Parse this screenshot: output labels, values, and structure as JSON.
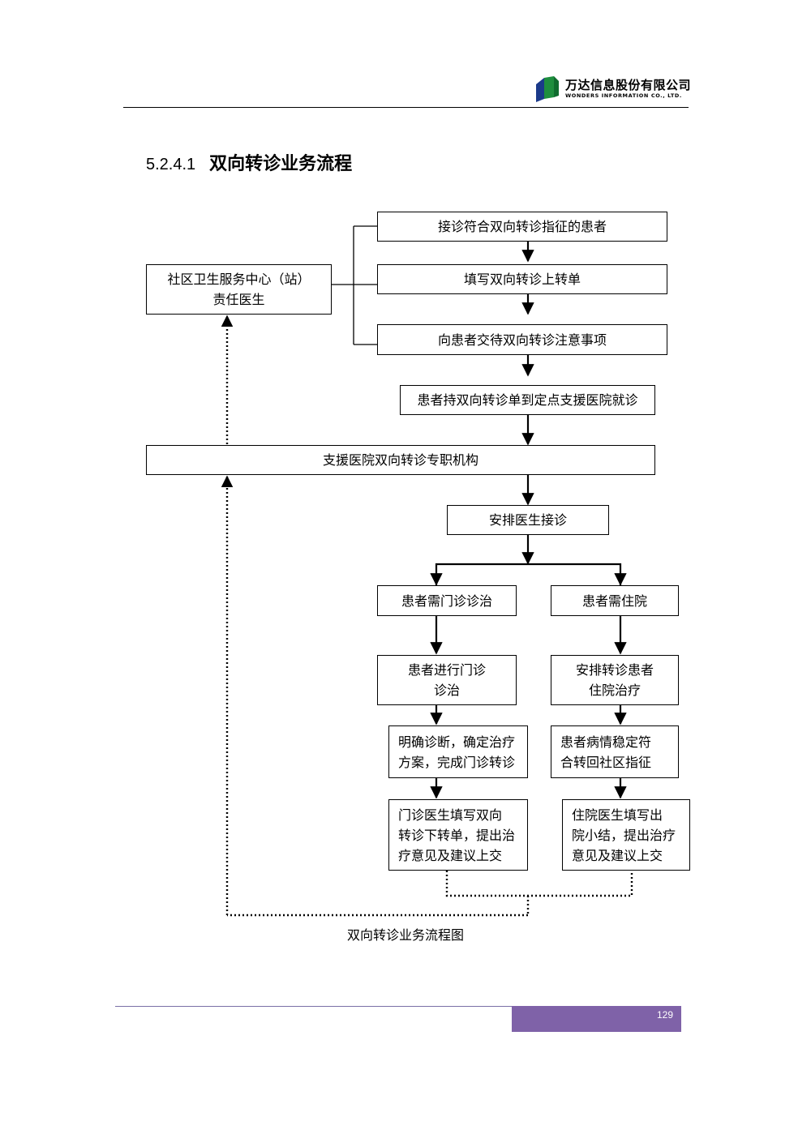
{
  "header": {
    "company_cn": "万达信息股份有限公司",
    "company_en": "WONDERS INFORMATION CO., LTD.",
    "logo_colors": [
      "#1b3a8a",
      "#1e8e3e",
      "#0f6b2e"
    ]
  },
  "heading": {
    "number": "5.2.4.1",
    "title": "双向转诊业务流程"
  },
  "flow": {
    "community": "社区卫生服务中心（站）\n责任医生",
    "step1": "接诊符合双向转诊指征的患者",
    "step2": "填写双向转诊上转单",
    "step3": "向患者交待双向转诊注意事项",
    "step4": "患者持双向转诊单到定点支援医院就诊",
    "hospital": "支援医院双向转诊专职机构",
    "arrange": "安排医生接诊",
    "outpatient": {
      "need": "患者需门诊诊治",
      "treat": "患者进行门诊\n诊治",
      "plan": "明确诊断，确定治疗\n方案，完成门诊转诊",
      "form": "门诊医生填写双向\n转诊下转单，提出治\n疗意见及建议上交"
    },
    "inpatient": {
      "need": "患者需住院",
      "treat": "安排转诊患者\n住院治疗",
      "stable": "患者病情稳定符\n合转回社区指征",
      "form": "住院医生填写出\n院小结，提出治疗\n意见及建议上交"
    }
  },
  "caption": "双向转诊业务流程图",
  "footer": {
    "page_number": "129"
  }
}
